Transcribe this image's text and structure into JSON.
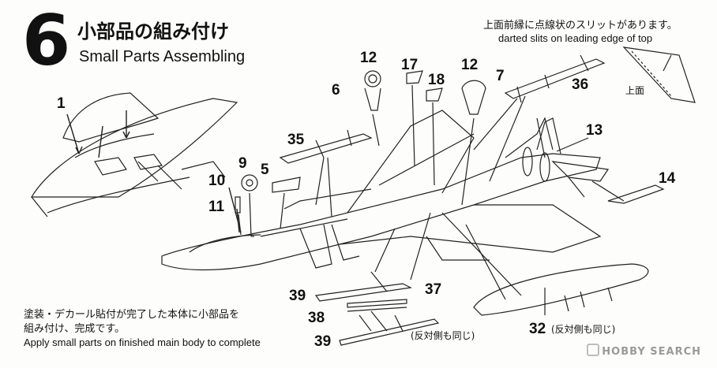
{
  "step": {
    "number": "6",
    "title_jp": "小部品の組み付け",
    "title_en": "Small Parts Assembling"
  },
  "slit_note": {
    "jp": "上面前縁に点線状のスリットがあります。",
    "en": "darted slits on leading edge of top",
    "top_label": "上面"
  },
  "part_numbers": {
    "p1": "1",
    "p5": "5",
    "p6": "6",
    "p7": "7",
    "p9": "9",
    "p10": "10",
    "p11": "11",
    "p12a": "12",
    "p12b": "12",
    "p13": "13",
    "p14": "14",
    "p17": "17",
    "p18": "18",
    "p32": "32",
    "p35": "35",
    "p36": "36",
    "p37": "37",
    "p38": "38",
    "p39a": "39",
    "p39b": "39"
  },
  "side_notes": {
    "opposite_side_same": "(反対側も同じ)",
    "opposite_side_same_32": "(反対側も同じ)"
  },
  "footer": {
    "jp_line1": "塗装・デカール貼付が完了した本体に小部品を",
    "jp_line2": "組み付け、完成です。",
    "en": "Apply small parts on finished main body to complete"
  },
  "watermark": {
    "brand": "HOBBY SEARCH"
  }
}
